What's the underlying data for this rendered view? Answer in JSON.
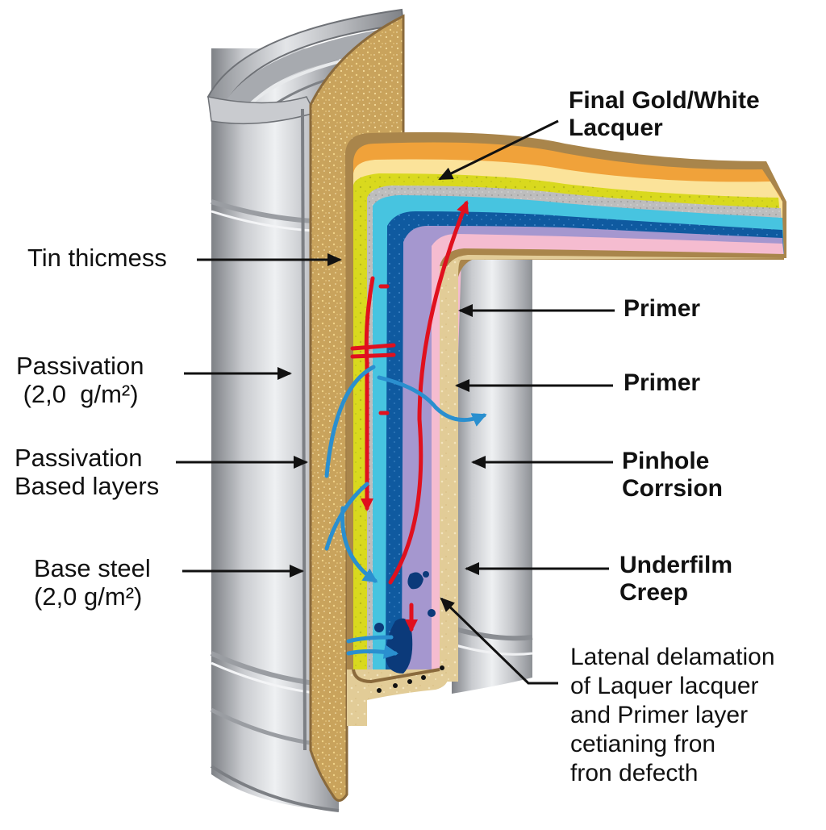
{
  "title": "Tin can coating layers cross-section — corrosion mechanisms",
  "colors": {
    "steel_light": "#e8e9eb",
    "steel_dark": "#8d9095",
    "tin_body": "#c9a35c",
    "tin_edge": "#9c7640",
    "lacquer_orange": "#f0a23a",
    "lacquer_cream": "#fbe39a",
    "yellow_layer": "#d9d91e",
    "grey_layer": "#b9b9b9",
    "cyan_layer": "#47c4e0",
    "navy_layer": "#0f5aa0",
    "lavender_layer": "#a597cf",
    "pink_layer": "#f5bcd0",
    "beige_layer": "#e2cc97",
    "red_arrow": "#e0101e",
    "blue_arrow": "#2a8fcf",
    "label_text": "#111111"
  },
  "labels": {
    "final_lacquer": "Final Gold/White\nLacquer",
    "tin_thickness": "Tin thicmess",
    "passivation_weight": "Passivation\n (2,0  g/m²)",
    "passivation_layers": "Passivation\nBased layers",
    "base_steel": "Base steel\n(2,0 g/m²)",
    "primer_1": "Primer",
    "primer_2": "Primer",
    "pinhole_corrosion": "Pinhole\nCorrsion",
    "underfilm_creep": "Underfilm\nCreep",
    "lateral_delamination": "Latenal delamation\nof Laquer lacquer\nand Primer layer\ncetianing fron\nfron defecth"
  },
  "layers_outer_to_inner": [
    "Orange lacquer",
    "Cream lacquer",
    "Yellow layer",
    "Grey layer",
    "Cyan layer",
    "Dark blue layer",
    "Lavender layer",
    "Pink layer",
    "Beige layer"
  ]
}
